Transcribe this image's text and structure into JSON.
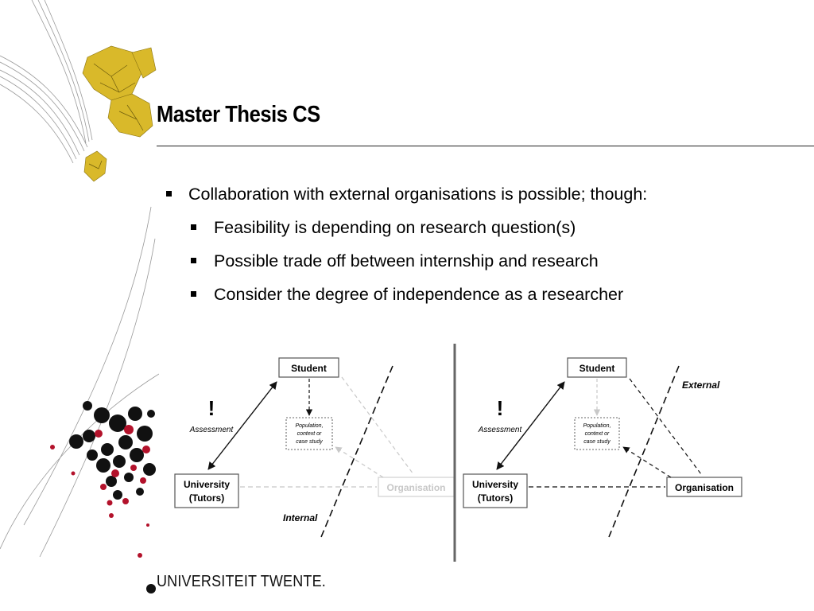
{
  "slide": {
    "title": "Master Thesis CS",
    "bullets": [
      {
        "level": 1,
        "text": "Collaboration with external organisations is possible; though:"
      },
      {
        "level": 2,
        "text": "Feasibility is depending on research question(s)"
      },
      {
        "level": 2,
        "text": "Possible trade off between internship and research"
      },
      {
        "level": 2,
        "text": "Consider the degree of independence as a researcher"
      }
    ]
  },
  "diagrams": {
    "left": {
      "student": "Student",
      "assessment_mark": "!",
      "assessment": "Assessment",
      "population": [
        "Population,",
        "context or",
        "case study"
      ],
      "university": [
        "University",
        "(Tutors)"
      ],
      "organisation": "Organisation",
      "zone_label": "Internal"
    },
    "right": {
      "student": "Student",
      "assessment_mark": "!",
      "assessment": "Assessment",
      "population": [
        "Population,",
        "context or",
        "case study"
      ],
      "university": [
        "University",
        "(Tutors)"
      ],
      "organisation": "Organisation",
      "zone_label": "External"
    }
  },
  "footer": {
    "logo_text": "UNIVERSITEIT TWENTE."
  },
  "colors": {
    "accent_gold": "#d9b92a",
    "accent_red": "#b3122b",
    "dark": "#111111",
    "faded_line": "#c8c8c8"
  }
}
